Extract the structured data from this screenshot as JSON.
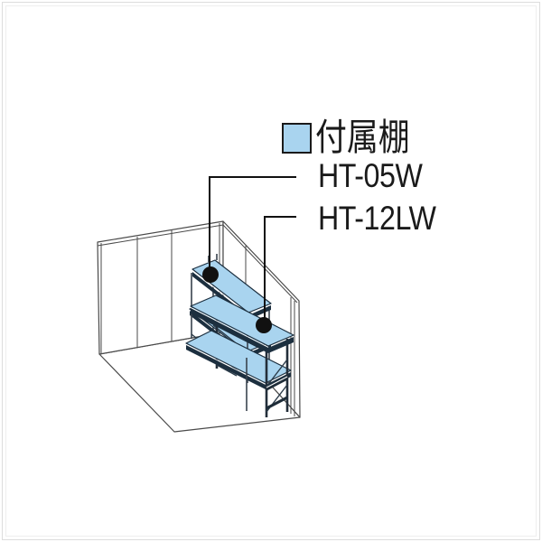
{
  "page": {
    "kind": "product-shelf-diagram",
    "background": "white"
  },
  "legend": {
    "label": "付属棚",
    "swatch_color": "#a9d4ef"
  },
  "callouts": [
    {
      "model": "HT-05W",
      "marker": "black-dot",
      "target": "upper-small-shelf"
    },
    {
      "model": "HT-12LW",
      "marker": "black-dot",
      "target": "lower-long-shelf"
    }
  ],
  "drawing": {
    "description_icon": "shed-interior-isometric",
    "elements": [
      "left-wall",
      "right-wall",
      "floor",
      "shelf-ht-05w",
      "shelf-ht-12lw"
    ]
  },
  "colors": {
    "shelf_fill": "#a9d4ef",
    "shelf_edge": "#1c2f3f",
    "line": "#4a4a4a",
    "callout": "#111111",
    "frame_border": "#dddddd",
    "background": "#ffffff",
    "text": "#1a1a1a"
  }
}
